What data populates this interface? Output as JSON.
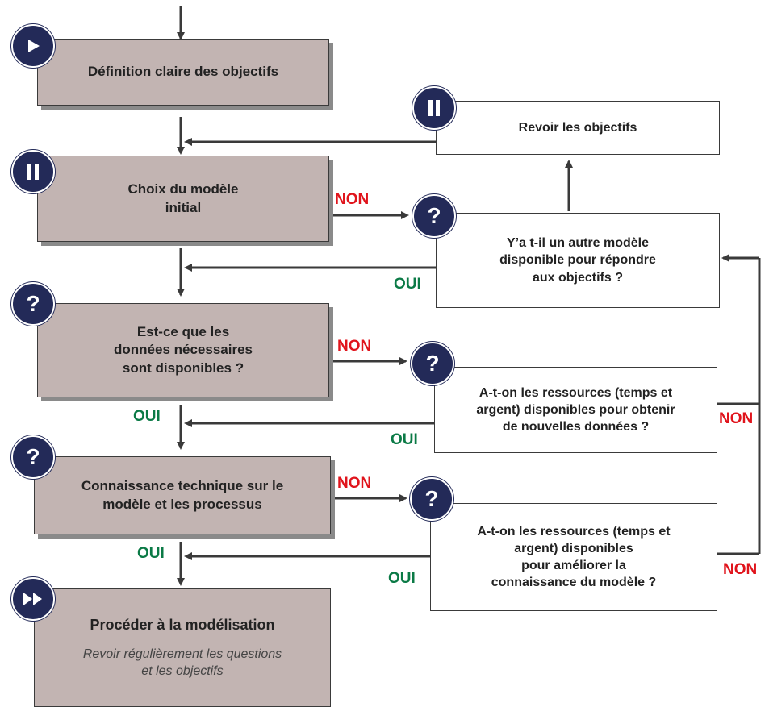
{
  "steps": {
    "objectives": {
      "text": "Définition claire des objectifs",
      "badge": "play-icon"
    },
    "model": {
      "line1": "Choix du modèle",
      "line2": "initial",
      "badge": "pause-icon"
    },
    "data": {
      "line1": "Est-ce que les",
      "line2": "données nécessaires",
      "line3": "sont disponibles ?",
      "badge": "?"
    },
    "knowledge": {
      "line1": "Connaissance technique sur le",
      "line2": "modèle et les processus",
      "badge": "?"
    },
    "proceed": {
      "title": "Procéder à la modélisation",
      "note1": "Revoir régulièrement les questions",
      "note2": "et les objectifs",
      "badge": "fast-forward-icon"
    }
  },
  "questions": {
    "review": {
      "text": "Revoir les objectifs",
      "badge": "pause-icon"
    },
    "other_model": {
      "line1": "Y’a t-il un autre modèle",
      "line2": "disponible pour répondre",
      "line3": "aux objectifs ?",
      "badge": "?"
    },
    "resources_data": {
      "line1": "A-t-on les ressources (temps et",
      "line2": "argent) disponibles pour obtenir",
      "line3": "de nouvelles données ?",
      "badge": "?"
    },
    "resources_knowledge": {
      "line1": "A-t-on les ressources (temps et",
      "line2": "argent) disponibles",
      "line3": "pour améliorer la",
      "line4": "connaissance du modèle ?",
      "badge": "?"
    }
  },
  "labels": {
    "non": "NON",
    "oui": "OUI"
  },
  "colors": {
    "box_fill": "#c2b4b2",
    "badge": "#232a58",
    "non": "#e0141c",
    "oui": "#0b7a46",
    "line": "#3a3a3a"
  }
}
